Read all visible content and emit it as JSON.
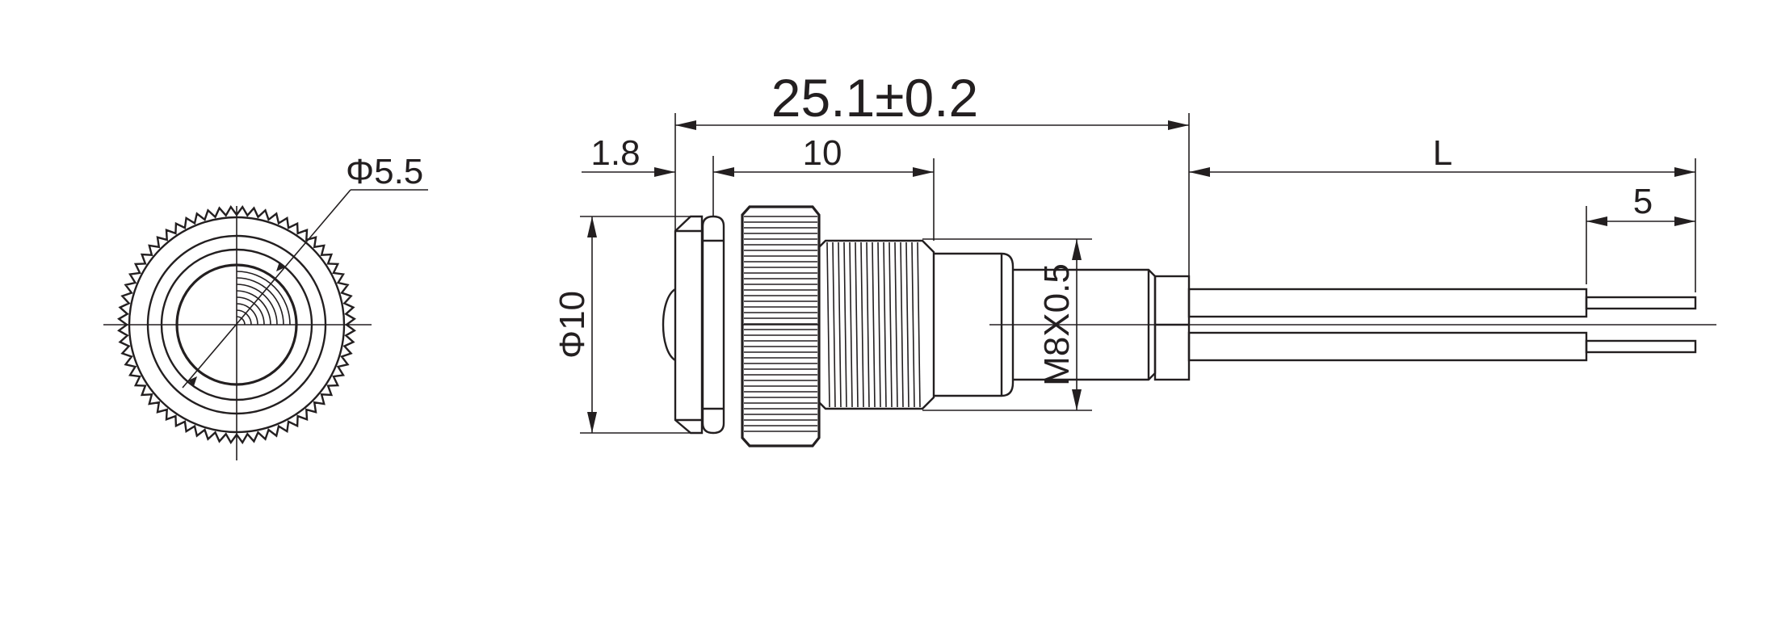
{
  "dimensions": {
    "diameter_lens": "Φ5.5",
    "total_length": "25.1±0.2",
    "bezel_thickness": "1.8",
    "nut_length": "10",
    "wire_length": "L",
    "strip_length": "5",
    "body_diameter": "Φ10",
    "thread": "M8X0.5"
  },
  "colors": {
    "line": "#231f20",
    "background": "#ffffff"
  }
}
